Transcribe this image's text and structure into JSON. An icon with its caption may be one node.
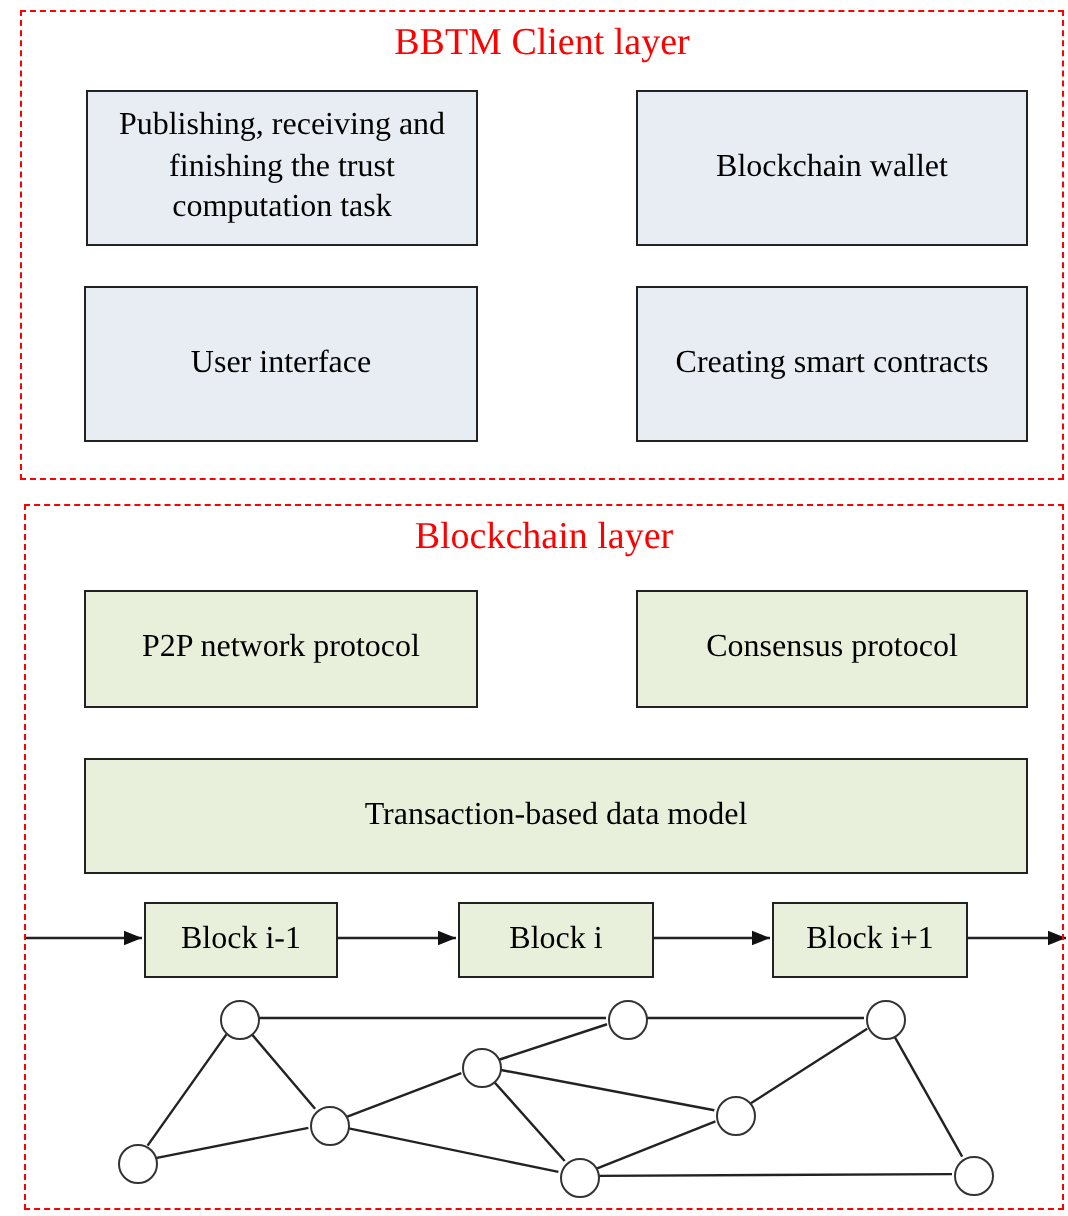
{
  "diagram": {
    "nodes": [
      {
        "text": [
          "BBTM Client layer"
        ]
      },
      {
        "text": [
          "Publishing, receiving and finishing the trust computation task"
        ],
        "in": 0
      },
      {
        "text": [
          "Blockchain wallet"
        ],
        "in": 0
      },
      {
        "text": [
          "User interface"
        ],
        "in": 0
      },
      {
        "text": [
          "Creating smart contracts"
        ],
        "in": 0
      },
      {
        "text": [
          "Blockchain layer"
        ]
      },
      {
        "text": [
          "P2P network protocol"
        ],
        "in": 5
      },
      {
        "text": [
          "Consensus protocol"
        ],
        "in": 5
      },
      {
        "text": [
          "Transaction-based data model"
        ],
        "in": 5
      },
      {
        "text": [
          "Block i-1"
        ],
        "in": 5
      },
      {
        "text": [
          "Block i"
        ],
        "in": 5
      },
      {
        "text": [
          "Block i+1"
        ],
        "in": 5
      },
      {
        "text": [],
        "shape": "circle",
        "in": 5
      },
      {
        "text": [],
        "shape": "circle",
        "in": 5
      },
      {
        "text": [],
        "shape": "circle",
        "in": 5
      },
      {
        "text": [],
        "shape": "circle",
        "in": 5
      },
      {
        "text": [],
        "shape": "circle",
        "in": 5
      },
      {
        "text": [],
        "shape": "circle",
        "in": 5
      },
      {
        "text": [],
        "shape": "circle",
        "in": 5
      },
      {
        "text": [],
        "shape": "circle",
        "in": 5
      },
      {
        "text": [],
        "shape": "circle",
        "in": 5
      }
    ],
    "edges": [
      {
        "from": null,
        "to": 9,
        "arrow": "to"
      },
      {
        "from": 9,
        "to": 10,
        "arrow": "to"
      },
      {
        "from": 10,
        "to": 11,
        "arrow": "to"
      },
      {
        "from": 11,
        "to": null,
        "arrow": "to"
      },
      {
        "from": 13,
        "to": 17,
        "arrow": "none"
      },
      {
        "from": 17,
        "to": 19,
        "arrow": "none"
      },
      {
        "from": 13,
        "to": 12,
        "arrow": "none"
      },
      {
        "from": 13,
        "to": 14,
        "arrow": "none"
      },
      {
        "from": 12,
        "to": 14,
        "arrow": "none"
      },
      {
        "from": 14,
        "to": 15,
        "arrow": "none"
      },
      {
        "from": 15,
        "to": 17,
        "arrow": "none"
      },
      {
        "from": 15,
        "to": 18,
        "arrow": "none"
      },
      {
        "from": 15,
        "to": 16,
        "arrow": "none"
      },
      {
        "from": 14,
        "to": 16,
        "arrow": "none"
      },
      {
        "from": 16,
        "to": 18,
        "arrow": "none"
      },
      {
        "from": 16,
        "to": 20,
        "arrow": "none"
      },
      {
        "from": 18,
        "to": 19,
        "arrow": "none"
      },
      {
        "from": 19,
        "to": 20,
        "arrow": "none"
      }
    ]
  }
}
